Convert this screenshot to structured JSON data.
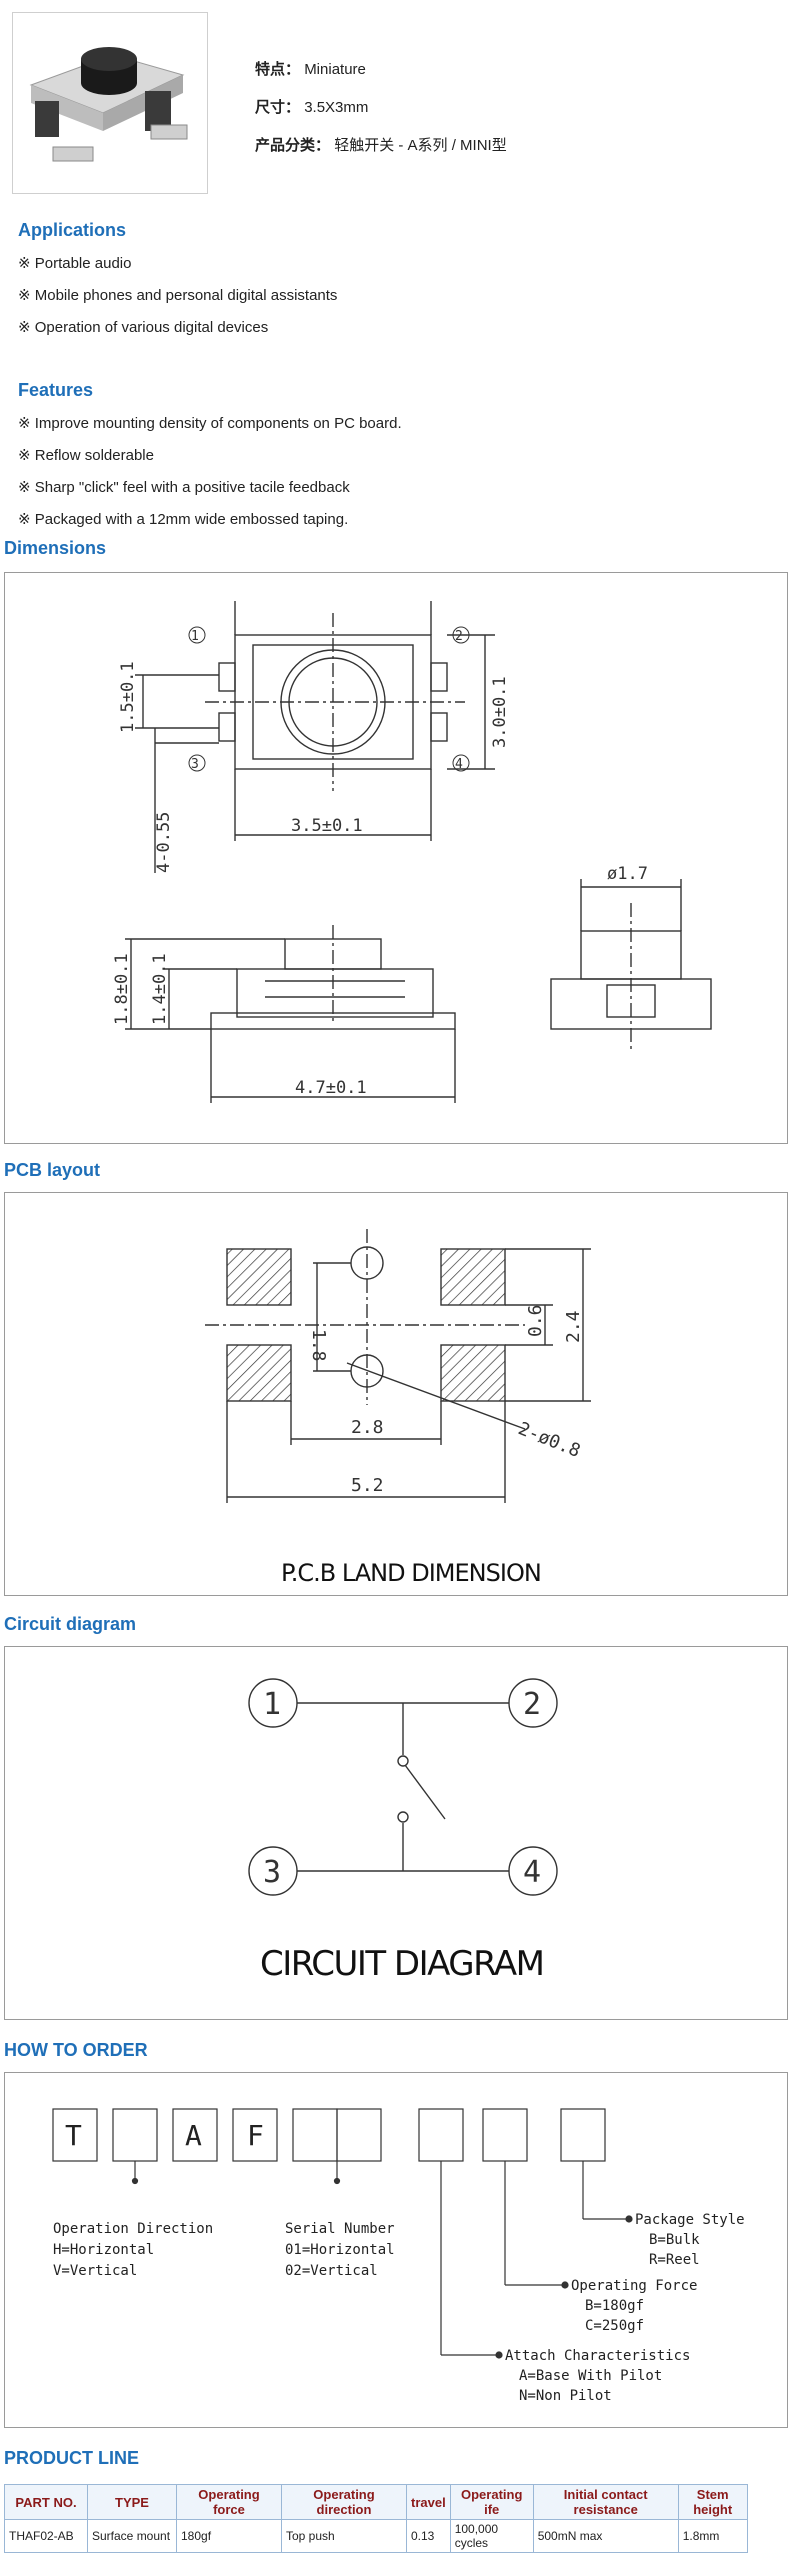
{
  "product": {
    "feature_label": "特点：",
    "feature_value": "Miniature",
    "size_label": "尺寸：",
    "size_value": "3.5X3mm",
    "category_label": "产品分类：",
    "category_value": "轻触开关 - A系列 / MINI型"
  },
  "applications": {
    "title": "Applications",
    "items": [
      "※ Portable audio",
      "※ Mobile phones and personal digital assistants",
      "※ Operation of various digital devices"
    ]
  },
  "features": {
    "title": "Features",
    "items": [
      "※ Improve mounting density of components on PC board.",
      "※ Reflow solderable",
      "※ Sharp \"click\" feel with a positive tacile feedback",
      "※ Packaged with a 12mm wide embossed taping."
    ]
  },
  "dimensions": {
    "title": "Dimensions",
    "labels": {
      "d1": "1.5±0.1",
      "d2": "3.0±0.1",
      "d3": "3.5±0.1",
      "d4": "4-0.55",
      "d5": "1.8±0.1",
      "d6": "1.4±0.1",
      "d7": "4.7±0.1",
      "d8": "ø1.7",
      "p1": "1",
      "p2": "2",
      "p3": "3",
      "p4": "4"
    }
  },
  "pcb": {
    "title": "PCB layout",
    "caption": "P.C.B LAND DIMENSION",
    "labels": {
      "a": "1.8",
      "b": "0.6",
      "c": "2.4",
      "d": "2.8",
      "e": "5.2",
      "f": "2-ø0.8"
    }
  },
  "circuit": {
    "title": "Circuit diagram",
    "caption": "CIRCUIT DIAGRAM",
    "nodes": [
      "1",
      "2",
      "3",
      "4"
    ]
  },
  "order": {
    "title": "HOW TO ORDER",
    "boxes": [
      "T",
      "",
      "A",
      "F",
      "",
      "",
      "",
      "",
      ""
    ],
    "notes": {
      "op_dir_title": "Operation Direction",
      "op_dir_h": "H=Horizontal",
      "op_dir_v": "V=Vertical",
      "serial_title": "Serial Number",
      "serial_01": "01=Horizontal",
      "serial_02": "02=Vertical",
      "pkg_title": "Package Style",
      "pkg_b": "B=Bulk",
      "pkg_r": "R=Reel",
      "force_title": "Operating Force",
      "force_b": "B=180gf",
      "force_c": "C=250gf",
      "attach_title": "Attach Characteristics",
      "attach_a": "A=Base With Pilot",
      "attach_n": "N=Non Pilot"
    }
  },
  "product_line": {
    "title": "PRODUCT LINE",
    "headers": [
      "PART NO.",
      "TYPE",
      "Operating force",
      "Operating direction",
      "travel",
      "Operating ife",
      "Initial contact resistance",
      "Stem height"
    ],
    "rows": [
      [
        "THAF02-AB",
        "Surface mount",
        "180gf",
        "Top push",
        "0.13",
        "100,000 cycles",
        "500mN max",
        "1.8mm"
      ]
    ]
  }
}
